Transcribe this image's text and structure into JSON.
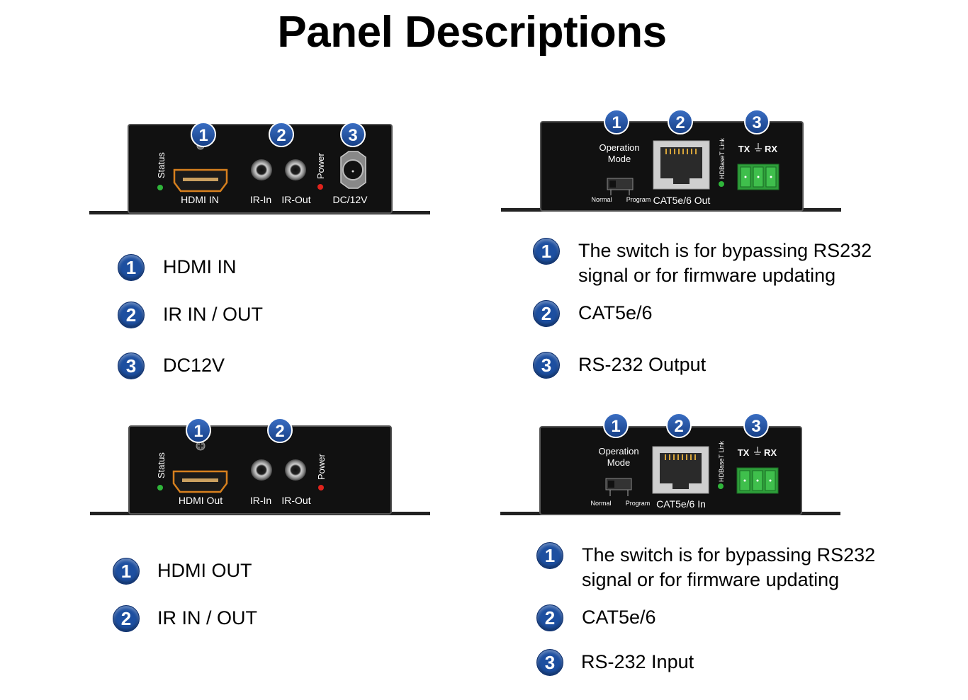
{
  "title": "Panel Descriptions",
  "panels": {
    "tx_front": {
      "labels": {
        "status": "Status",
        "hdmi": "HDMI IN",
        "ir_in": "IR-In",
        "ir_out": "IR-Out",
        "power": "Power",
        "dc": "DC/12V"
      },
      "badges": [
        "1",
        "2",
        "3"
      ]
    },
    "tx_rear": {
      "labels": {
        "op1": "Operation",
        "op2": "Mode",
        "normal": "Normal",
        "program": "Program",
        "cat": "CAT5e/6 Out",
        "link": "HDBaseT Link",
        "tx": "TX",
        "rx": "RX"
      },
      "badges": [
        "1",
        "2",
        "3"
      ]
    },
    "rx_front": {
      "labels": {
        "status": "Status",
        "hdmi": "HDMI Out",
        "ir_in": "IR-In",
        "ir_out": "IR-Out",
        "power": "Power"
      },
      "badges": [
        "1",
        "2"
      ]
    },
    "rx_rear": {
      "labels": {
        "op1": "Operation",
        "op2": "Mode",
        "normal": "Normal",
        "program": "Program",
        "cat": "CAT5e/6 In",
        "link": "HDBaseT Link",
        "tx": "TX",
        "rx": "RX"
      },
      "badges": [
        "1",
        "2",
        "3"
      ]
    }
  },
  "legends": {
    "tx_front": [
      {
        "num": "1",
        "lines": [
          "HDMI IN"
        ]
      },
      {
        "num": "2",
        "lines": [
          "IR IN / OUT"
        ]
      },
      {
        "num": "3",
        "lines": [
          "DC12V"
        ]
      }
    ],
    "tx_rear": [
      {
        "num": "1",
        "lines": [
          "The switch is for bypassing RS232",
          "signal or for firmware updating"
        ]
      },
      {
        "num": "2",
        "lines": [
          "CAT5e/6"
        ]
      },
      {
        "num": "3",
        "lines": [
          "RS-232 Output"
        ]
      }
    ],
    "rx_front": [
      {
        "num": "1",
        "lines": [
          "HDMI OUT"
        ]
      },
      {
        "num": "2",
        "lines": [
          "IR IN / OUT"
        ]
      }
    ],
    "rx_rear": [
      {
        "num": "1",
        "lines": [
          "The switch is for bypassing RS232",
          "signal or for firmware updating"
        ]
      },
      {
        "num": "2",
        "lines": [
          "CAT5e/6"
        ]
      },
      {
        "num": "3",
        "lines": [
          "RS-232 Input"
        ]
      }
    ]
  },
  "colors": {
    "badge": "#1d4fa0",
    "panel": "#111111",
    "led_green": "#2fb53a",
    "led_red": "#e0231c",
    "hdmi_orange": "#d7801e",
    "terminal_green": "#2e9e3a"
  }
}
